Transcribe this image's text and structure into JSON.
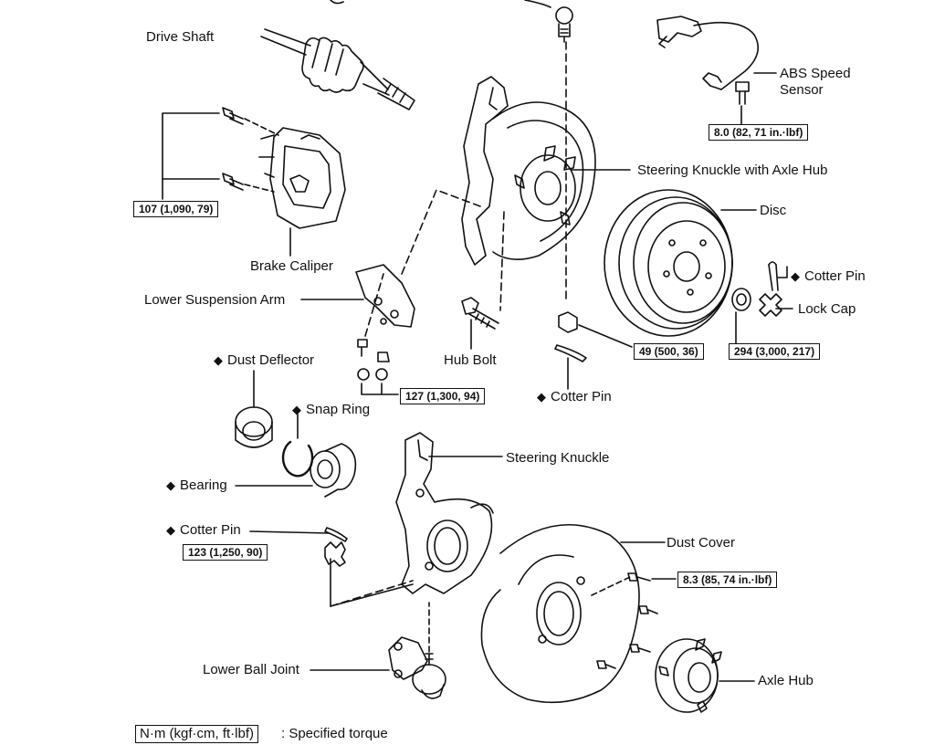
{
  "labels": {
    "drive_shaft": "Drive Shaft",
    "abs_speed_sensor_1": "ABS Speed",
    "abs_speed_sensor_2": "Sensor",
    "steering_knuckle_axle_hub": "Steering Knuckle with Axle Hub",
    "disc": "Disc",
    "cotter_pin_top": "Cotter Pin",
    "lock_cap": "Lock Cap",
    "brake_caliper": "Brake Caliper",
    "lower_suspension_arm": "Lower Suspension Arm",
    "dust_deflector": "Dust Deflector",
    "hub_bolt": "Hub Bolt",
    "cotter_pin_mid": "Cotter Pin",
    "snap_ring": "Snap Ring",
    "steering_knuckle": "Steering Knuckle",
    "bearing": "Bearing",
    "cotter_pin_low": "Cotter Pin",
    "dust_cover": "Dust Cover",
    "lower_ball_joint": "Lower Ball Joint",
    "axle_hub": "Axle Hub"
  },
  "torques": {
    "abs": "8.0 (82, 71 in.·lbf)",
    "caliper": "107 (1,090, 79)",
    "nut_49": "49 (500, 36)",
    "nut_294": "294 (3,000, 217)",
    "arm_127": "127 (1,300, 94)",
    "ball_123": "123 (1,250, 90)",
    "dust_83": "8.3 (85, 74 in.·lbf)"
  },
  "legend": {
    "box": "N·m (kgf·cm, ft·lbf)",
    "text": ": Specified torque"
  },
  "symbols": {
    "non_reusable": "◆"
  }
}
